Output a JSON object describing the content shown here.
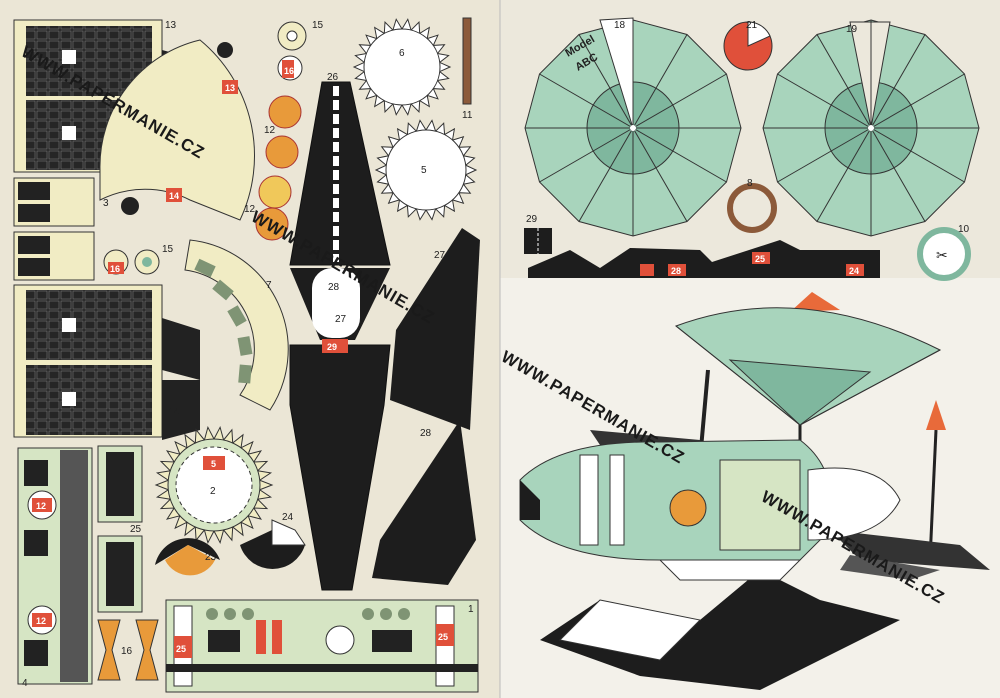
{
  "watermark": "WWW.PAPERMANIE.CZ",
  "model_label_line1": "Model",
  "model_label_line2": "ABC",
  "part_numbers": {
    "p1": "1",
    "p2": "2",
    "p3": "3",
    "p4": "4",
    "p5": "5",
    "p6": "6",
    "p7": "7",
    "p8": "8",
    "p10": "10",
    "p11": "11",
    "p12": "12",
    "p13": "13",
    "p14": "14",
    "p15": "15",
    "p16": "16",
    "p18": "18",
    "p19": "19",
    "p21": "21",
    "p23": "23",
    "p24": "24",
    "p25": "25",
    "p26": "26",
    "p27": "27",
    "p28": "28",
    "p29": "29"
  },
  "colors": {
    "background": "#e9e4d4",
    "panel_dark": "#222222",
    "cream": "#f1ecc4",
    "mint": "#a8d4bc",
    "mint_dark": "#7fb79e",
    "red": "#e0503a",
    "orange": "#e89a3a"
  }
}
